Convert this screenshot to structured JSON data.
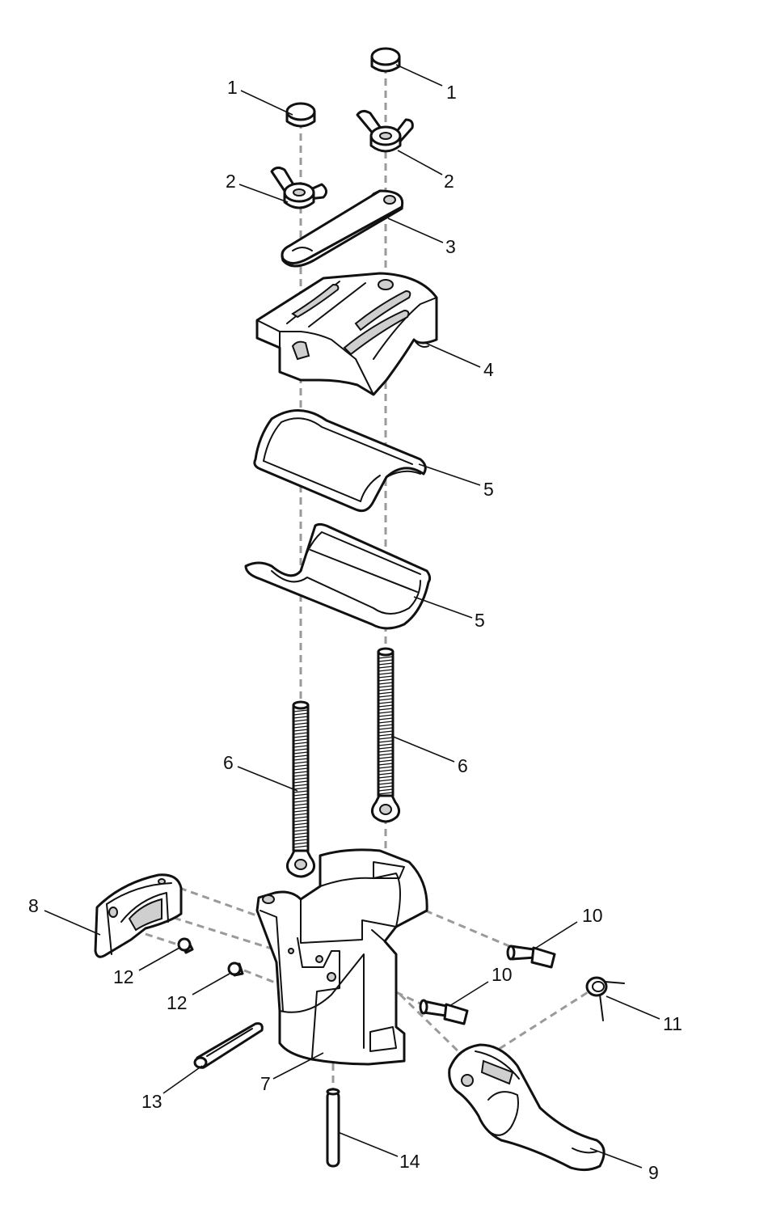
{
  "diagram": {
    "type": "exploded-parts-view",
    "callouts": [
      "1",
      "1",
      "2",
      "2",
      "3",
      "4",
      "5",
      "5",
      "6",
      "6",
      "7",
      "8",
      "9",
      "10",
      "10",
      "11",
      "12",
      "12",
      "13",
      "14"
    ]
  }
}
